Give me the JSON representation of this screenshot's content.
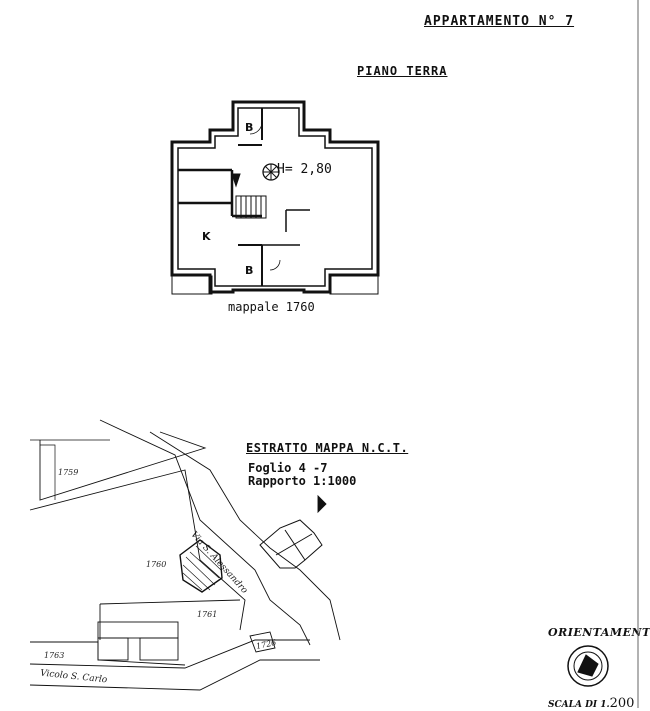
{
  "header": {
    "apartment": "APPARTAMENTO N° 7",
    "floor": "PIANO TERRA"
  },
  "plan": {
    "height_label": "H= 2,80",
    "room_b_top": "B",
    "room_b_bottom": "B",
    "room_k": "K",
    "mappale": "mappale 1760"
  },
  "map": {
    "title": "ESTRATTO MAPPA N.C.T.",
    "foglio": "Foglio 4 -7",
    "rapporto": "Rapporto 1:1000",
    "parcels": [
      "1759",
      "1760",
      "1761",
      "1763",
      "1726"
    ],
    "street_via": "Via S. Alessandro",
    "street_vicolo": "Vicolo S. Carlo"
  },
  "orientation": {
    "label": "ORIENTAMENTO",
    "scale_prefix": "SCALA DI 1.",
    "scale_value": "200"
  }
}
